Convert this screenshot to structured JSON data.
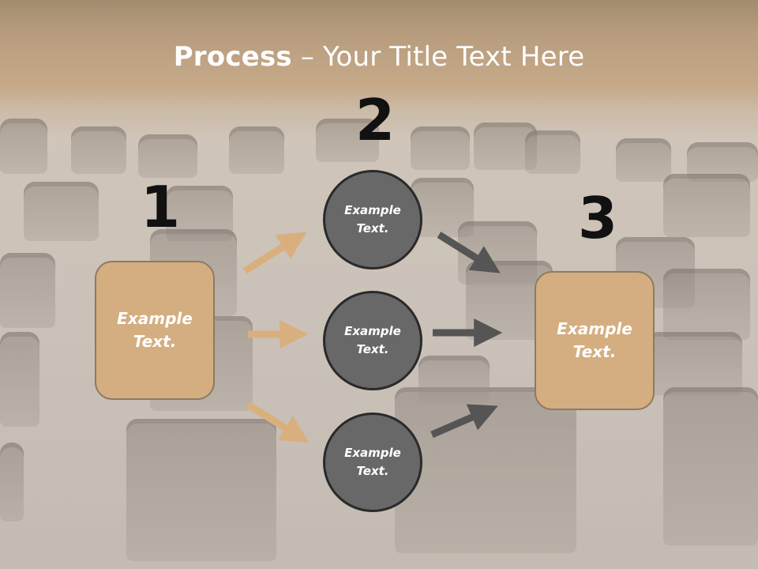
{
  "title": {
    "bold": "Process",
    "rest": " – Your Title Text Here"
  },
  "steps": {
    "one": "1",
    "two": "2",
    "three": "3"
  },
  "box_left": {
    "line1": "Example",
    "line2": "Text."
  },
  "box_right": {
    "line1": "Example",
    "line2": "Text."
  },
  "circles": [
    {
      "line1": "Example",
      "line2": "Text."
    },
    {
      "line1": "Example",
      "line2": "Text."
    },
    {
      "line1": "Example",
      "line2": "Text."
    }
  ],
  "colors": {
    "box_fill": "#d4ae80",
    "circle_fill": "#686868",
    "arrow_tan": "#d9b07d",
    "arrow_gray": "#555555"
  }
}
